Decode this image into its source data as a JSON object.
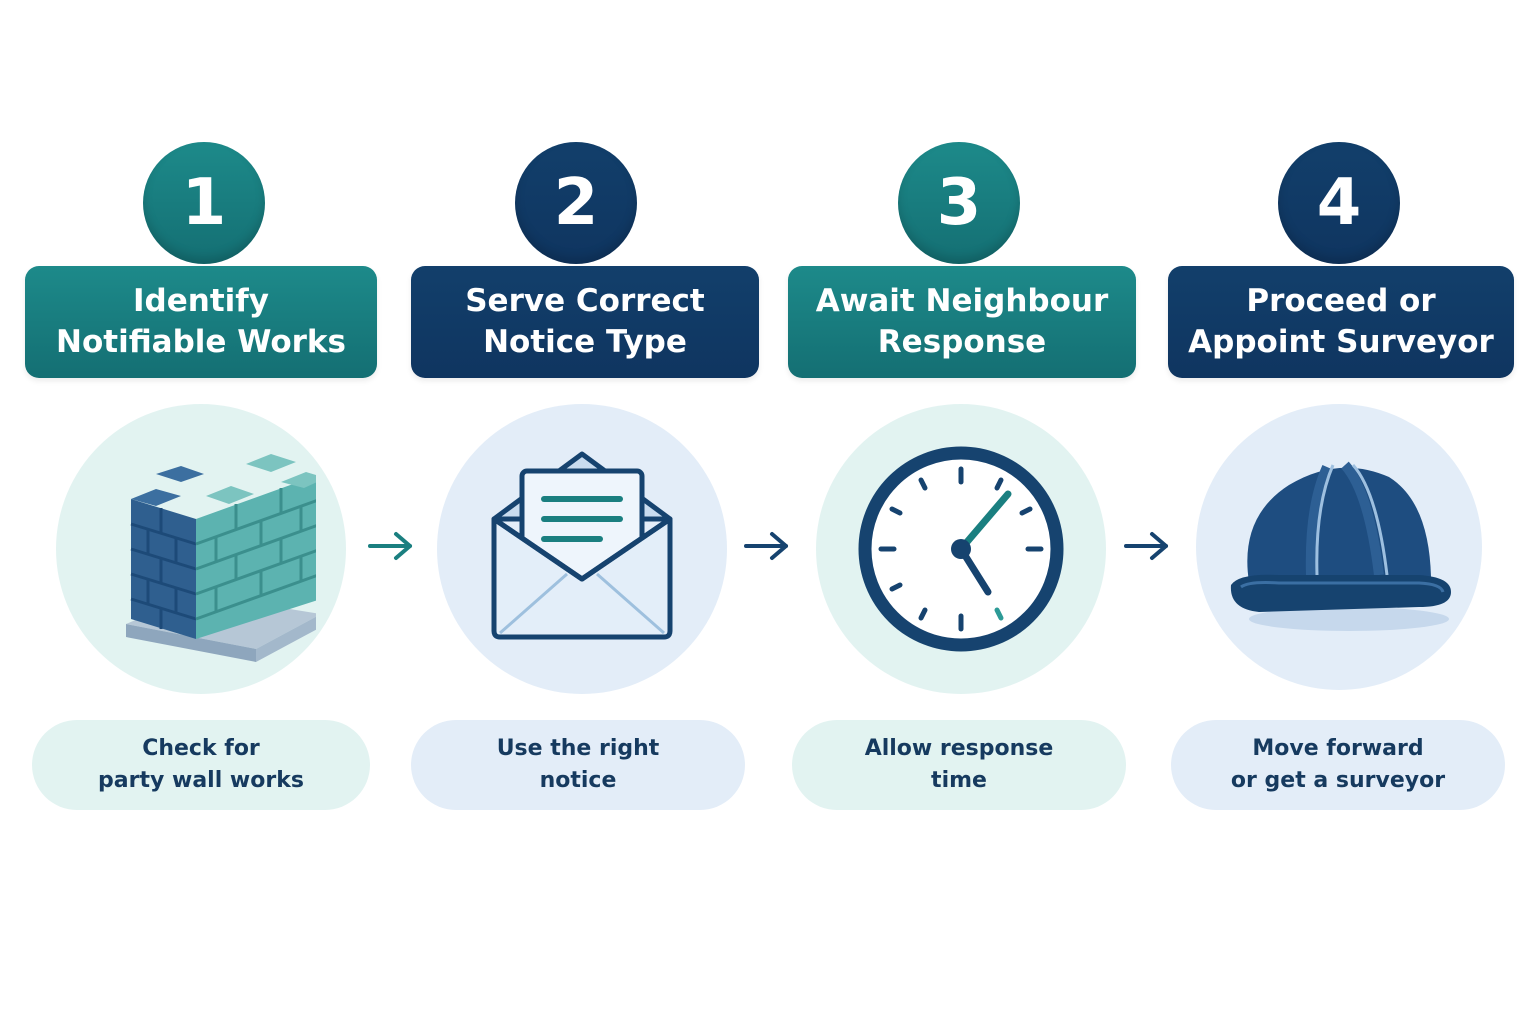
{
  "steps": [
    {
      "number": "1",
      "title": "Identify\nNotifiable Works",
      "description": "Check for\nparty wall works",
      "icon": "brick-wall-icon",
      "theme": "#1a7f80"
    },
    {
      "number": "2",
      "title": "Serve Correct\nNotice Type",
      "description": "Use the right\nnotice",
      "icon": "envelope-letter-icon",
      "theme": "#123f6b"
    },
    {
      "number": "3",
      "title": "Await Neighbour\nResponse",
      "description": "Allow response\ntime",
      "icon": "clock-icon",
      "theme": "#1a7f80"
    },
    {
      "number": "4",
      "title": "Proceed or\nAppoint Surveyor",
      "description": "Move forward\nor get a surveyor",
      "icon": "hard-hat-icon",
      "theme": "#123f6b"
    }
  ],
  "connector_icon": "arrow-right-icon",
  "colors": {
    "teal": "#1a7f80",
    "navy": "#123f6b",
    "text": "#163a5f"
  }
}
